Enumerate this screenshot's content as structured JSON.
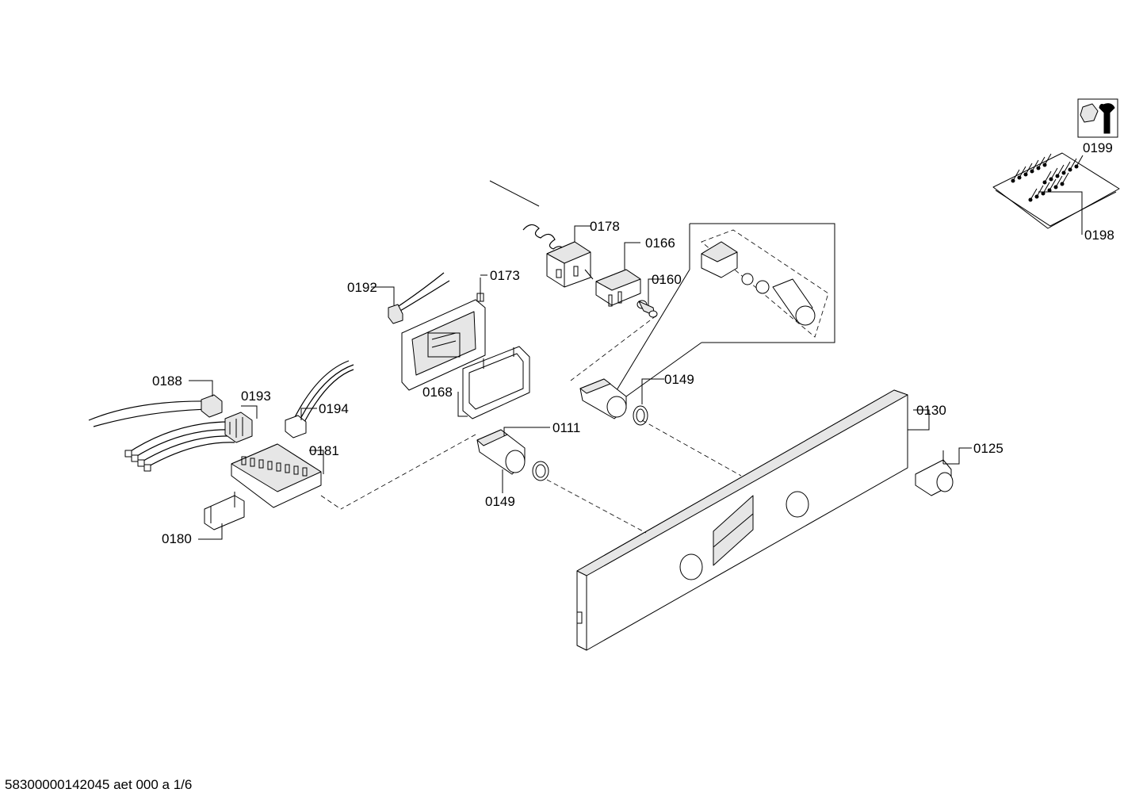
{
  "diagram": {
    "parts": [
      {
        "id": "p0199",
        "label": "0199"
      },
      {
        "id": "p0198",
        "label": "0198"
      },
      {
        "id": "p0178",
        "label": "0178"
      },
      {
        "id": "p0166",
        "label": "0166"
      },
      {
        "id": "p0160",
        "label": "0160"
      },
      {
        "id": "p0192",
        "label": "0192"
      },
      {
        "id": "p0173",
        "label": "0173"
      },
      {
        "id": "p0188",
        "label": "0188"
      },
      {
        "id": "p0193",
        "label": "0193"
      },
      {
        "id": "p0194",
        "label": "0194"
      },
      {
        "id": "p0168",
        "label": "0168"
      },
      {
        "id": "p0149a",
        "label": "0149"
      },
      {
        "id": "p0111",
        "label": "0111"
      },
      {
        "id": "p0130",
        "label": "0130"
      },
      {
        "id": "p0181",
        "label": "0181"
      },
      {
        "id": "p0125",
        "label": "0125"
      },
      {
        "id": "p0149b",
        "label": "0149"
      },
      {
        "id": "p0180",
        "label": "0180"
      }
    ],
    "footer": "58300000142045 aet 000 a 1/6"
  }
}
